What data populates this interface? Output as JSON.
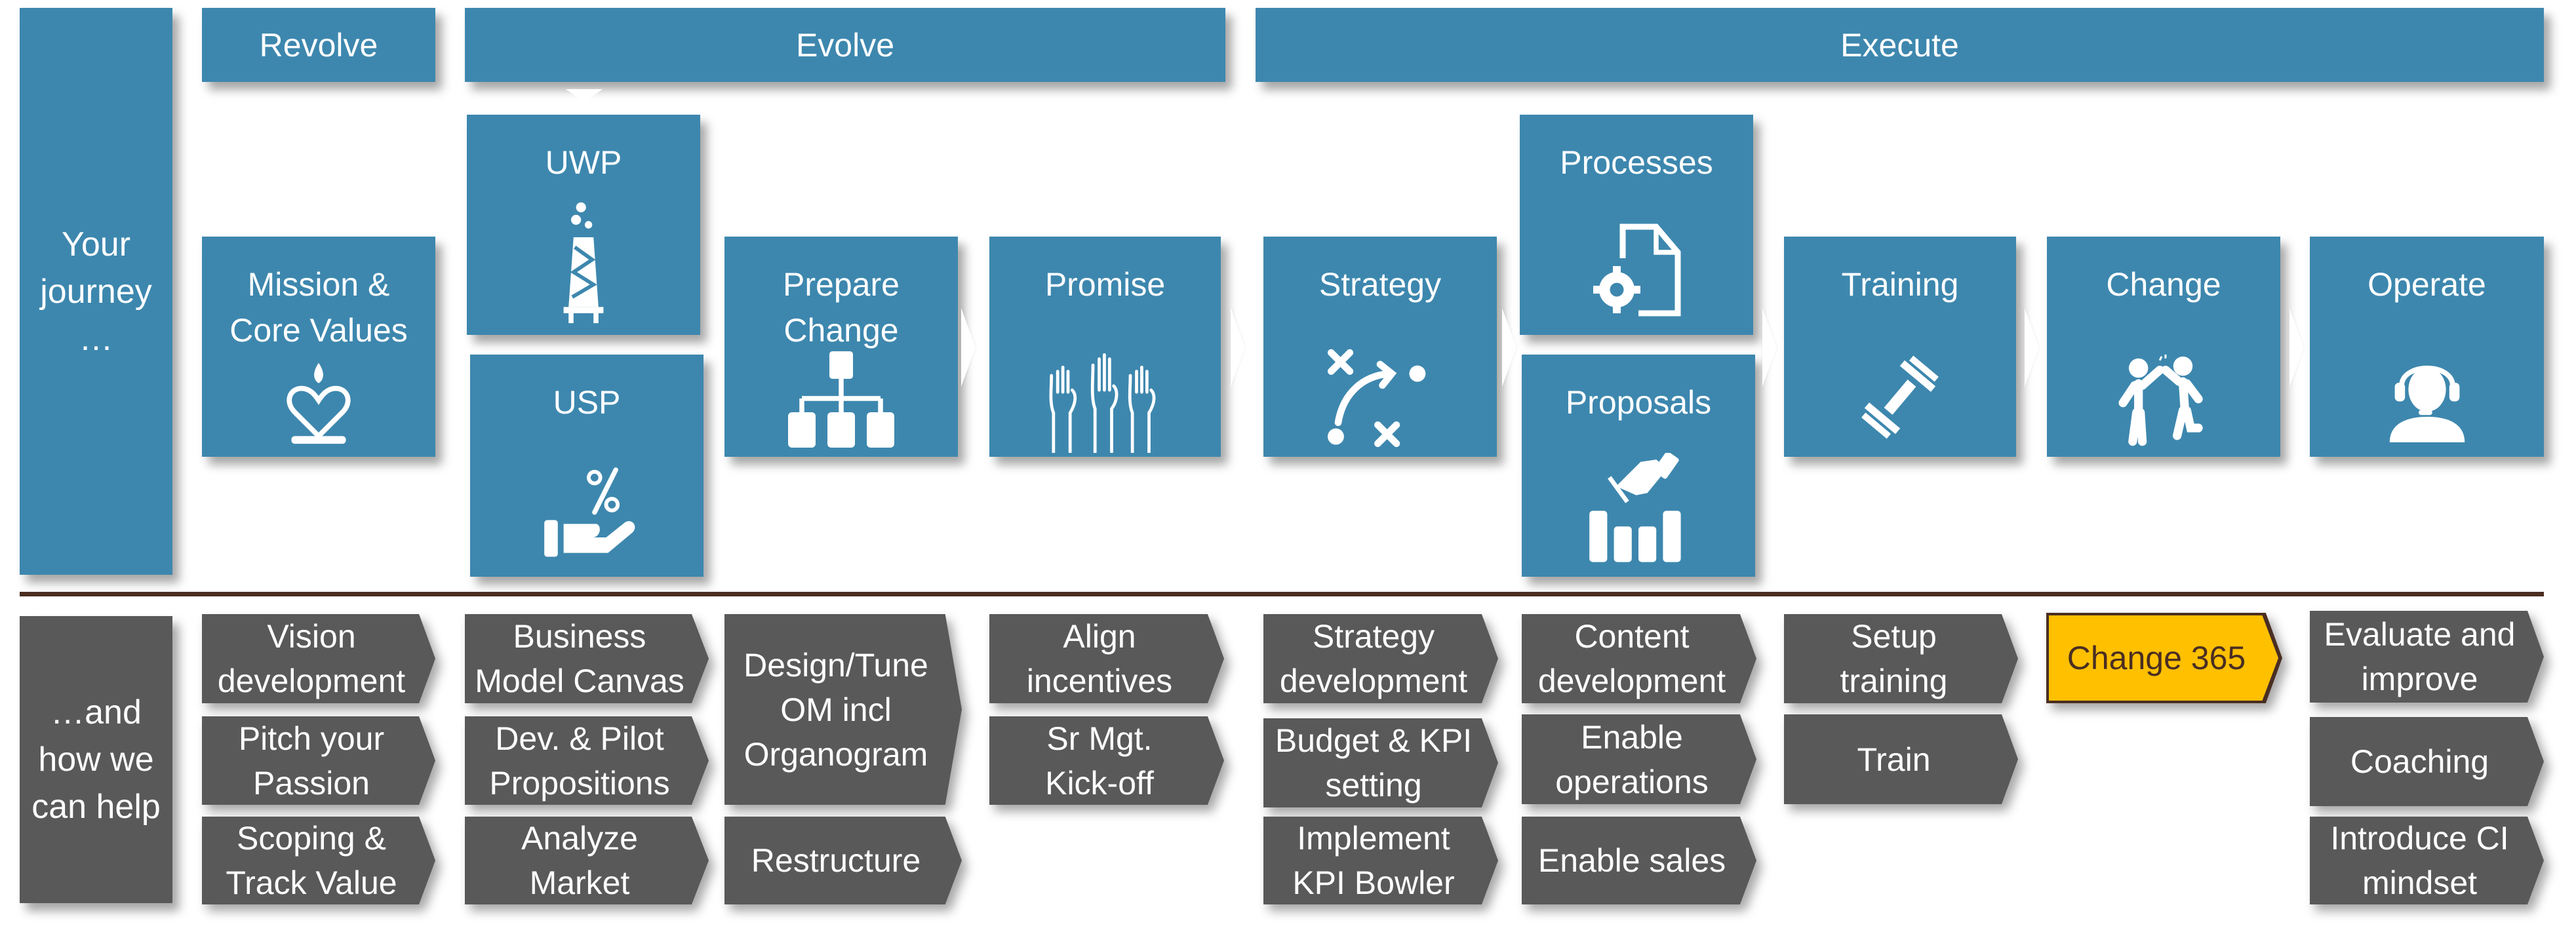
{
  "colors": {
    "tile_blue": "#3d87ae",
    "help_grey": "#595959",
    "divider": "#4a2e22",
    "highlight_fill": "#ffc000",
    "highlight_text": "#4a2e22",
    "text_light": "#ffffff"
  },
  "journey_label": "Your\njourney\n…",
  "help_label": "…and\nhow we\ncan help",
  "phases": [
    {
      "label": "Revolve"
    },
    {
      "label": "Evolve"
    },
    {
      "label": "Execute"
    }
  ],
  "tiles": {
    "mission": {
      "label": "Mission &\nCore Values",
      "icon": "heart-candle-icon"
    },
    "uwp": {
      "label": "UWP",
      "icon": "oil-rig-icon"
    },
    "usp": {
      "label": "USP",
      "icon": "hand-percent-icon"
    },
    "prepare": {
      "label": "Prepare\nChange",
      "icon": "org-chart-icon"
    },
    "promise": {
      "label": "Promise",
      "icon": "raised-hands-icon"
    },
    "strategy": {
      "label": "Strategy",
      "icon": "game-plan-icon"
    },
    "processes": {
      "label": "Processes",
      "icon": "document-gear-icon"
    },
    "proposals": {
      "label": "Proposals",
      "icon": "handshake-chart-icon"
    },
    "training": {
      "label": "Training",
      "icon": "dumbbell-icon"
    },
    "change": {
      "label": "Change",
      "icon": "high-five-icon"
    },
    "operate": {
      "label": "Operate",
      "icon": "headset-agent-icon"
    }
  },
  "services": {
    "revolve": [
      "Vision\ndevelopment",
      "Pitch your\nPassion",
      "Scoping &\nTrack Value"
    ],
    "uwp_usp": [
      "Business\nModel Canvas",
      "Dev. & Pilot\nPropositions",
      "Analyze\nMarket"
    ],
    "prepare": [
      "Design/Tune\nOM incl\nOrganogram",
      "Restructure"
    ],
    "promise": [
      "Align\nincentives",
      "Sr Mgt.\nKick-off"
    ],
    "strategy": [
      "Strategy\ndevelopment",
      "Budget & KPI\nsetting",
      "Implement\nKPI Bowler"
    ],
    "processes": [
      "Content\ndevelopment",
      "Enable\noperations",
      "Enable sales"
    ],
    "training": [
      "Setup\ntraining",
      "Train"
    ],
    "change": [
      "Change 365"
    ],
    "operate": [
      "Evaluate and\nimprove",
      "Coaching",
      "Introduce CI\nmindset"
    ]
  }
}
